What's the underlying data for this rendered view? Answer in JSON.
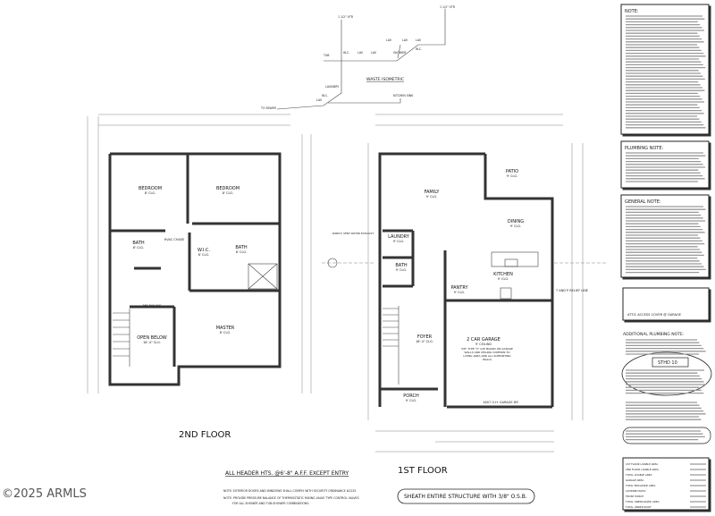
{
  "watermark": "©2025 ARMLS",
  "isometric": {
    "title": "WASTE ISOMETRIC",
    "labels": [
      "TUB",
      "W.C.",
      "LAV",
      "LAV",
      "LAV",
      "LAV",
      "LAV",
      "W.C.",
      "SHOWER",
      "LAUNDRY",
      "W.C.",
      "LAV",
      "KITCHEN SINK",
      "TO SEWER"
    ],
    "vents": [
      "1 1/2\" VTR",
      "1 1/2\" VTR"
    ]
  },
  "second_floor": {
    "title": "2ND FLOOR",
    "rooms": [
      {
        "name": "BEDROOM",
        "ceiling": "8' CLG."
      },
      {
        "name": "BEDROOM",
        "ceiling": "8' CLG."
      },
      {
        "name": "BATH",
        "ceiling": "8' CLG."
      },
      {
        "name": "W.I.C.",
        "ceiling": "8' CLG."
      },
      {
        "name": "BATH",
        "ceiling": "8' CLG."
      },
      {
        "name": "MASTER",
        "ceiling": "8' CLG."
      },
      {
        "name": "OPEN BELOW",
        "ceiling": "18'-4\" CLG."
      }
    ],
    "callouts": [
      "HVAC CHASE",
      "36\" RAILING"
    ]
  },
  "first_floor": {
    "title": "1ST FLOOR",
    "rooms": [
      {
        "name": "FAMILY",
        "ceiling": "9' CLG."
      },
      {
        "name": "PATIO",
        "ceiling": "9' CLG."
      },
      {
        "name": "DINING",
        "ceiling": "9' CLG."
      },
      {
        "name": "LAUNDRY",
        "ceiling": "9' CLG."
      },
      {
        "name": "BATH",
        "ceiling": "9' CLG."
      },
      {
        "name": "KITCHEN",
        "ceiling": "9' CLG."
      },
      {
        "name": "PANTRY",
        "ceiling": "9' CLG."
      },
      {
        "name": "FOYER",
        "ceiling": "18'-4\" CLG."
      },
      {
        "name": "2 CAR GARAGE",
        "ceiling": "9' CEILING"
      },
      {
        "name": "PORCH",
        "ceiling": "9' CLG."
      }
    ],
    "callouts": [
      "DIRECT VENT DRYER EXHAUST",
      "T AND P RELIEF LINE",
      "16X7 O.H. GARAGE DR"
    ],
    "garage_note": "5/8\" TYPE \"X\" GYP BOARD ON GARAGE WALLS AND CEILING COMMON TO LIVING AREA AND ALL SUPPORTING WALLS"
  },
  "notes": {
    "header_heights": "ALL HEADER HTS. @6'-8\" A.F.F. EXCEPT ENTRY",
    "note1": "NOTE: EXTERIOR DOORS AND WINDOWS SHALL COMPLY WITH SECURITY ORDINANCE #2225",
    "note2": "NOTE: PROVIDE PRESSURE BALANCE OF THERMOSTATIC MIXING VALVE TYPE CONTROL VALVES",
    "note2b": "FOR ALL SHOWER AND TUB-SHOWER COMBINATIONS.",
    "sheath": "SHEATH ENTIRE STRUCTURE WITH 3/8\" O.S.B."
  },
  "side_panel": {
    "note_title": "NOTE:",
    "plumbing_title": "PLUMBING NOTE:",
    "general_title": "GENERAL NOTE:",
    "attic_title": "ATTIC ACCESS COVER @ GARAGE",
    "additional_plumbing_title": "ADDITIONAL PLUMBING NOTE:",
    "stud_label": "STHD 10",
    "area_table": [
      {
        "label": "1ST FLOOR LIVABLE AREA"
      },
      {
        "label": "2ND FLOOR LIVABLE AREA"
      },
      {
        "label": "TOTAL LIVABLE AREA"
      },
      {
        "label": "GARAGE AREA"
      },
      {
        "label": "TOTAL ENCLOSED AREA"
      },
      {
        "label": "COVERED PATIO"
      },
      {
        "label": "FRONT PORCH"
      },
      {
        "label": "TOTAL UNENCLOSED AREA"
      },
      {
        "label": "TOTAL UNDER ROOF"
      }
    ]
  }
}
